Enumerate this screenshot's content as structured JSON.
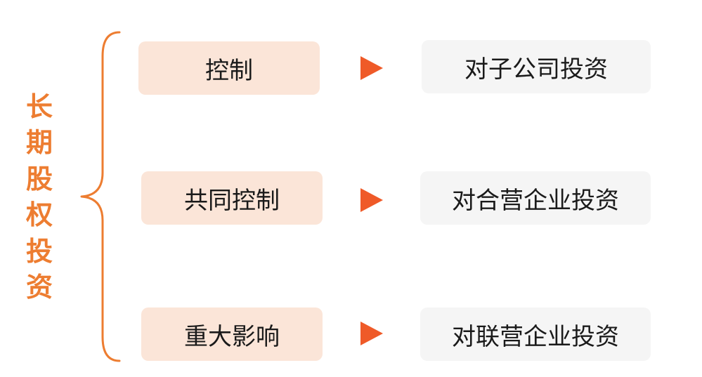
{
  "title_chars": [
    "长",
    "期",
    "股",
    "权",
    "投",
    "资"
  ],
  "rows": [
    {
      "category": "控制",
      "result": "对子公司投资"
    },
    {
      "category": "共同控制",
      "result": "对合营企业投资"
    },
    {
      "category": "重大影响",
      "result": "对联营企业投资"
    }
  ],
  "colors": {
    "accent": "#ed7d31",
    "arrow": "#ef5a28",
    "category_bg": "#fbe5d8",
    "result_bg": "#f5f5f5"
  }
}
